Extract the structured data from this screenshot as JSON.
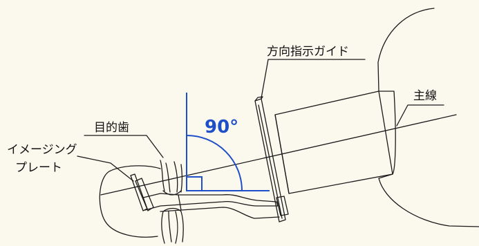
{
  "labels": {
    "direction_guide": "方向指示ガイド",
    "main_line": "主線",
    "target_tooth": "目的歯",
    "imaging_plate_line1": "イメージング",
    "imaging_plate_line2": "プレート",
    "angle": "90°"
  },
  "colors": {
    "line": "#1a1a1a",
    "angle": "#1f4fc8",
    "background": "#fbf8ee"
  }
}
